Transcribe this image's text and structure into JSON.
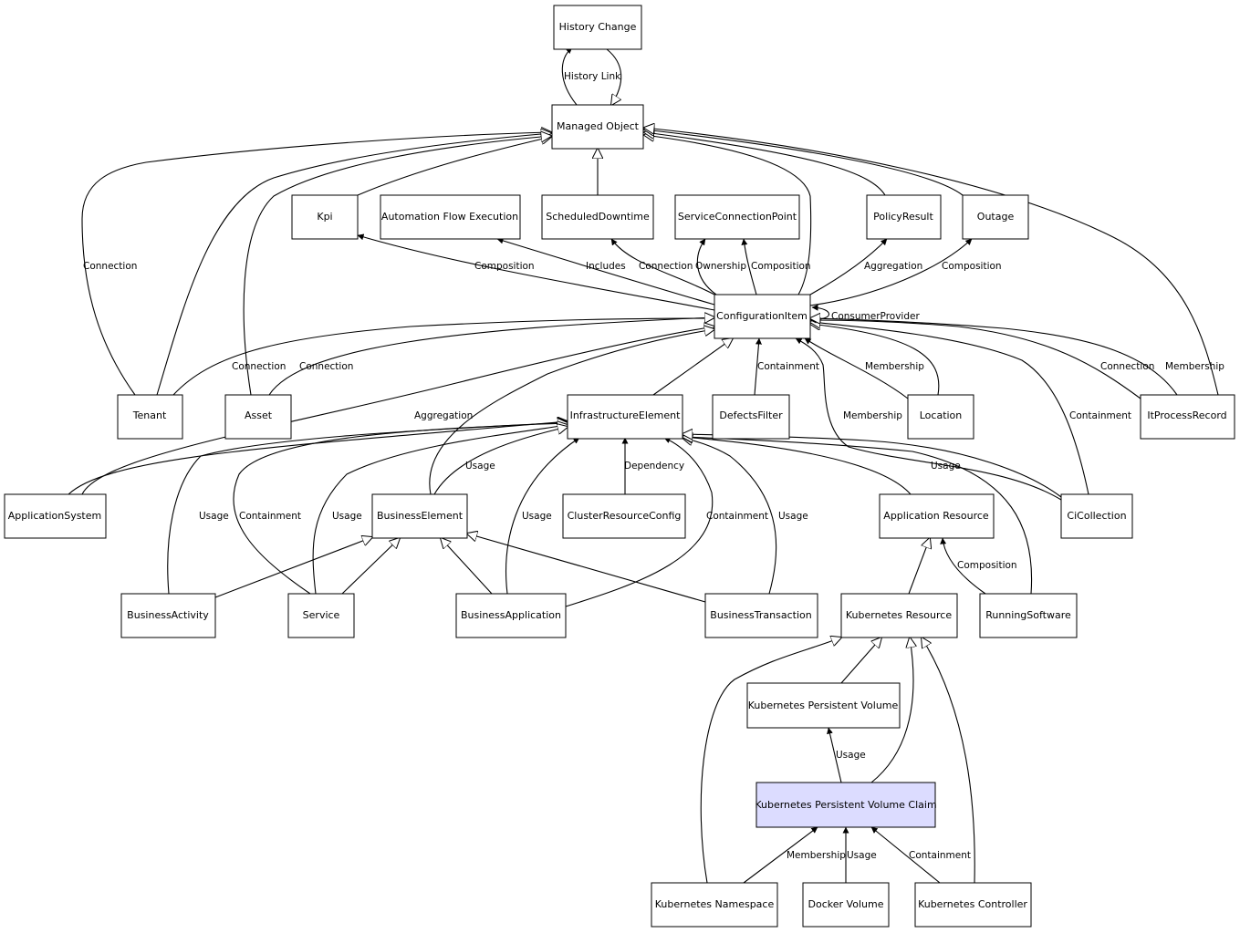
{
  "diagram": {
    "type": "class-hierarchy",
    "colors": {
      "background": "#ffffff",
      "node_fill": "#ffffff",
      "highlight_fill": "#dcdcff",
      "stroke": "#000000"
    },
    "nodes": [
      {
        "id": "history-change",
        "label": "History Change"
      },
      {
        "id": "managed-object",
        "label": "Managed Object"
      },
      {
        "id": "kpi",
        "label": "Kpi"
      },
      {
        "id": "automation-flow-execution",
        "label": "Automation Flow Execution"
      },
      {
        "id": "scheduled-downtime",
        "label": "ScheduledDowntime"
      },
      {
        "id": "service-connection-point",
        "label": "ServiceConnectionPoint"
      },
      {
        "id": "policy-result",
        "label": "PolicyResult"
      },
      {
        "id": "outage",
        "label": "Outage"
      },
      {
        "id": "configuration-item",
        "label": "ConfigurationItem"
      },
      {
        "id": "tenant",
        "label": "Tenant"
      },
      {
        "id": "asset",
        "label": "Asset"
      },
      {
        "id": "infrastructure-element",
        "label": "InfrastructureElement"
      },
      {
        "id": "defects-filter",
        "label": "DefectsFilter"
      },
      {
        "id": "location",
        "label": "Location"
      },
      {
        "id": "it-process-record",
        "label": "ItProcessRecord"
      },
      {
        "id": "application-system",
        "label": "ApplicationSystem"
      },
      {
        "id": "business-element",
        "label": "BusinessElement"
      },
      {
        "id": "cluster-resource-config",
        "label": "ClusterResourceConfig"
      },
      {
        "id": "application-resource",
        "label": "Application Resource"
      },
      {
        "id": "ci-collection",
        "label": "CiCollection"
      },
      {
        "id": "business-activity",
        "label": "BusinessActivity"
      },
      {
        "id": "service",
        "label": "Service"
      },
      {
        "id": "business-application",
        "label": "BusinessApplication"
      },
      {
        "id": "business-transaction",
        "label": "BusinessTransaction"
      },
      {
        "id": "kubernetes-resource",
        "label": "Kubernetes Resource"
      },
      {
        "id": "running-software",
        "label": "RunningSoftware"
      },
      {
        "id": "kubernetes-persistent-volume",
        "label": "Kubernetes Persistent Volume"
      },
      {
        "id": "kubernetes-persistent-volume-claim",
        "label": "Kubernetes Persistent Volume Claim",
        "highlighted": true
      },
      {
        "id": "kubernetes-namespace",
        "label": "Kubernetes Namespace"
      },
      {
        "id": "docker-volume",
        "label": "Docker Volume"
      },
      {
        "id": "kubernetes-controller",
        "label": "Kubernetes Controller"
      }
    ],
    "edge_labels": [
      {
        "id": "history-link",
        "label": "History Link"
      },
      {
        "id": "tenant-mo-connection",
        "label": "Connection"
      },
      {
        "id": "ci-kpi-composition",
        "label": "Composition"
      },
      {
        "id": "ci-afe-includes",
        "label": "Includes"
      },
      {
        "id": "ci-sd-connection",
        "label": "Connection"
      },
      {
        "id": "ci-scp-ownership",
        "label": "Ownership"
      },
      {
        "id": "ci-scp-composition",
        "label": "Composition"
      },
      {
        "id": "ci-pr-aggregation",
        "label": "Aggregation"
      },
      {
        "id": "ci-outage-composition",
        "label": "Composition"
      },
      {
        "id": "ci-consumer-provider",
        "label": "ConsumerProvider"
      },
      {
        "id": "tenant-ci-connection",
        "label": "Connection"
      },
      {
        "id": "asset-ci-connection",
        "label": "Connection"
      },
      {
        "id": "df-ci-containment",
        "label": "Containment"
      },
      {
        "id": "location-ci-membership",
        "label": "Membership"
      },
      {
        "id": "ipr-ci-connection",
        "label": "Connection"
      },
      {
        "id": "ipr-mo-membership",
        "label": "Membership"
      },
      {
        "id": "as-ie-aggregation",
        "label": "Aggregation"
      },
      {
        "id": "cc-ci-membership",
        "label": "Membership"
      },
      {
        "id": "cc-ci-containment",
        "label": "Containment"
      },
      {
        "id": "be-ie-usage",
        "label": "Usage"
      },
      {
        "id": "crc-ie-dependency",
        "label": "Dependency"
      },
      {
        "id": "cc-ie-usage",
        "label": "Usage"
      },
      {
        "id": "ba-ie-usage",
        "label": "Usage"
      },
      {
        "id": "svc-ie-containment",
        "label": "Containment"
      },
      {
        "id": "svc-ie-usage",
        "label": "Usage"
      },
      {
        "id": "bapp-ie-usage",
        "label": "Usage"
      },
      {
        "id": "bapp-ie-containment",
        "label": "Containment"
      },
      {
        "id": "bt-ie-usage",
        "label": "Usage"
      },
      {
        "id": "rs-ar-composition",
        "label": "Composition"
      },
      {
        "id": "pvc-pv-usage",
        "label": "Usage"
      },
      {
        "id": "ns-pvc-membership",
        "label": "Membership"
      },
      {
        "id": "dv-pvc-usage",
        "label": "Usage"
      },
      {
        "id": "kc-pvc-containment",
        "label": "Containment"
      }
    ]
  }
}
